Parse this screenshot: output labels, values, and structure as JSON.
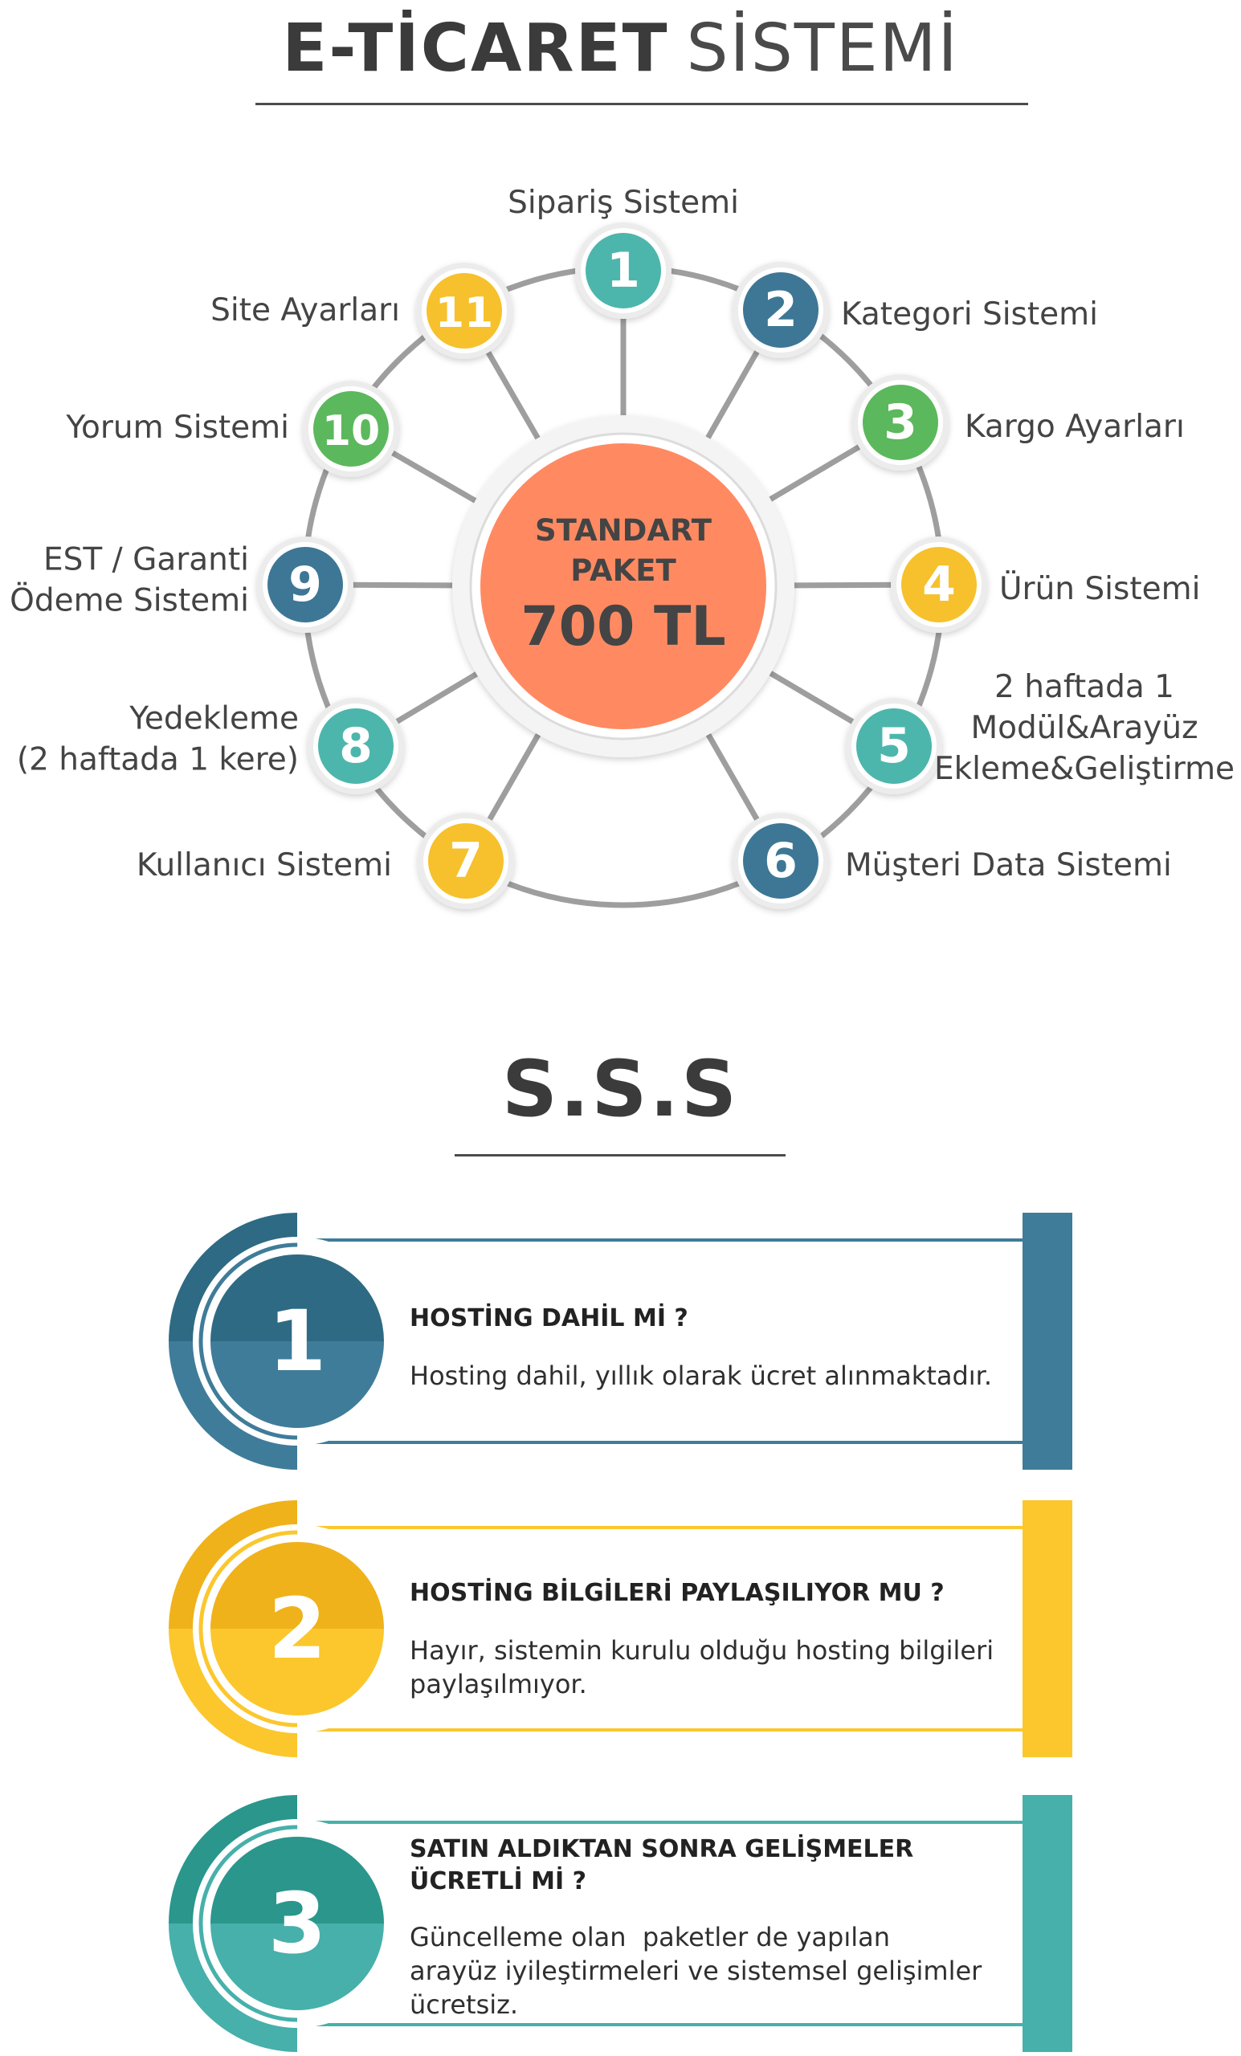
{
  "title": {
    "bold": "E-TİCARET",
    "light": "SİSTEMİ"
  },
  "center": {
    "line1": "STANDART",
    "line2": "PAKET",
    "price": "700 TL"
  },
  "nodes": [
    {
      "num": "1",
      "label": [
        "Sipariş Sistemi"
      ],
      "color": "#4db6ac"
    },
    {
      "num": "2",
      "label": [
        "Kategori Sistemi"
      ],
      "color": "#3d7795"
    },
    {
      "num": "3",
      "label": [
        "Kargo Ayarları"
      ],
      "color": "#5cb85c"
    },
    {
      "num": "4",
      "label": [
        "Ürün Sistemi"
      ],
      "color": "#f6c12c"
    },
    {
      "num": "5",
      "label": [
        "2 haftada 1",
        "Modül&Arayüz",
        "Ekleme&Geliştirme"
      ],
      "color": "#4db6ac"
    },
    {
      "num": "6",
      "label": [
        "Müşteri Data Sistemi"
      ],
      "color": "#3d7795"
    },
    {
      "num": "7",
      "label": [
        "Kullanıcı Sistemi"
      ],
      "color": "#f6c12c"
    },
    {
      "num": "8",
      "label": [
        "Yedekleme",
        "(2 haftada 1 kere)"
      ],
      "color": "#4db6ac"
    },
    {
      "num": "9",
      "label": [
        "EST / Garanti",
        "Ödeme Sistemi"
      ],
      "color": "#3d7795"
    },
    {
      "num": "10",
      "label": [
        "Yorum Sistemi"
      ],
      "color": "#5cb85c"
    },
    {
      "num": "11",
      "label": [
        "Site Ayarları"
      ],
      "color": "#f6c12c"
    }
  ],
  "faq_heading": "S.S.S",
  "faqs": [
    {
      "num": "1",
      "question": [
        "HOSTİNG DAHİL Mİ ?"
      ],
      "answer": [
        "Hosting dahil, yıllık olarak ücret alınmaktadır."
      ],
      "color_dark": "#2e6a83",
      "color_light": "#3f7c99"
    },
    {
      "num": "2",
      "question": [
        "HOSTİNG BİLGİLERİ PAYLAŞILIYOR MU ?"
      ],
      "answer": [
        "Hayır, sistemin kurulu olduğu hosting bilgileri",
        "paylaşılmıyor."
      ],
      "color_dark": "#f0b21a",
      "color_light": "#fbc72d"
    },
    {
      "num": "3",
      "question": [
        "SATIN ALDIKTAN SONRA GELİŞMELER",
        "ÜCRETLİ Mİ ?"
      ],
      "answer": [
        "Güncelleme olan  paketler de yapılan",
        "arayüz iyileştirmeleri ve sistemsel gelişimler",
        "ücretsiz."
      ],
      "color_dark": "#2a968c",
      "color_light": "#47b0ab"
    }
  ]
}
